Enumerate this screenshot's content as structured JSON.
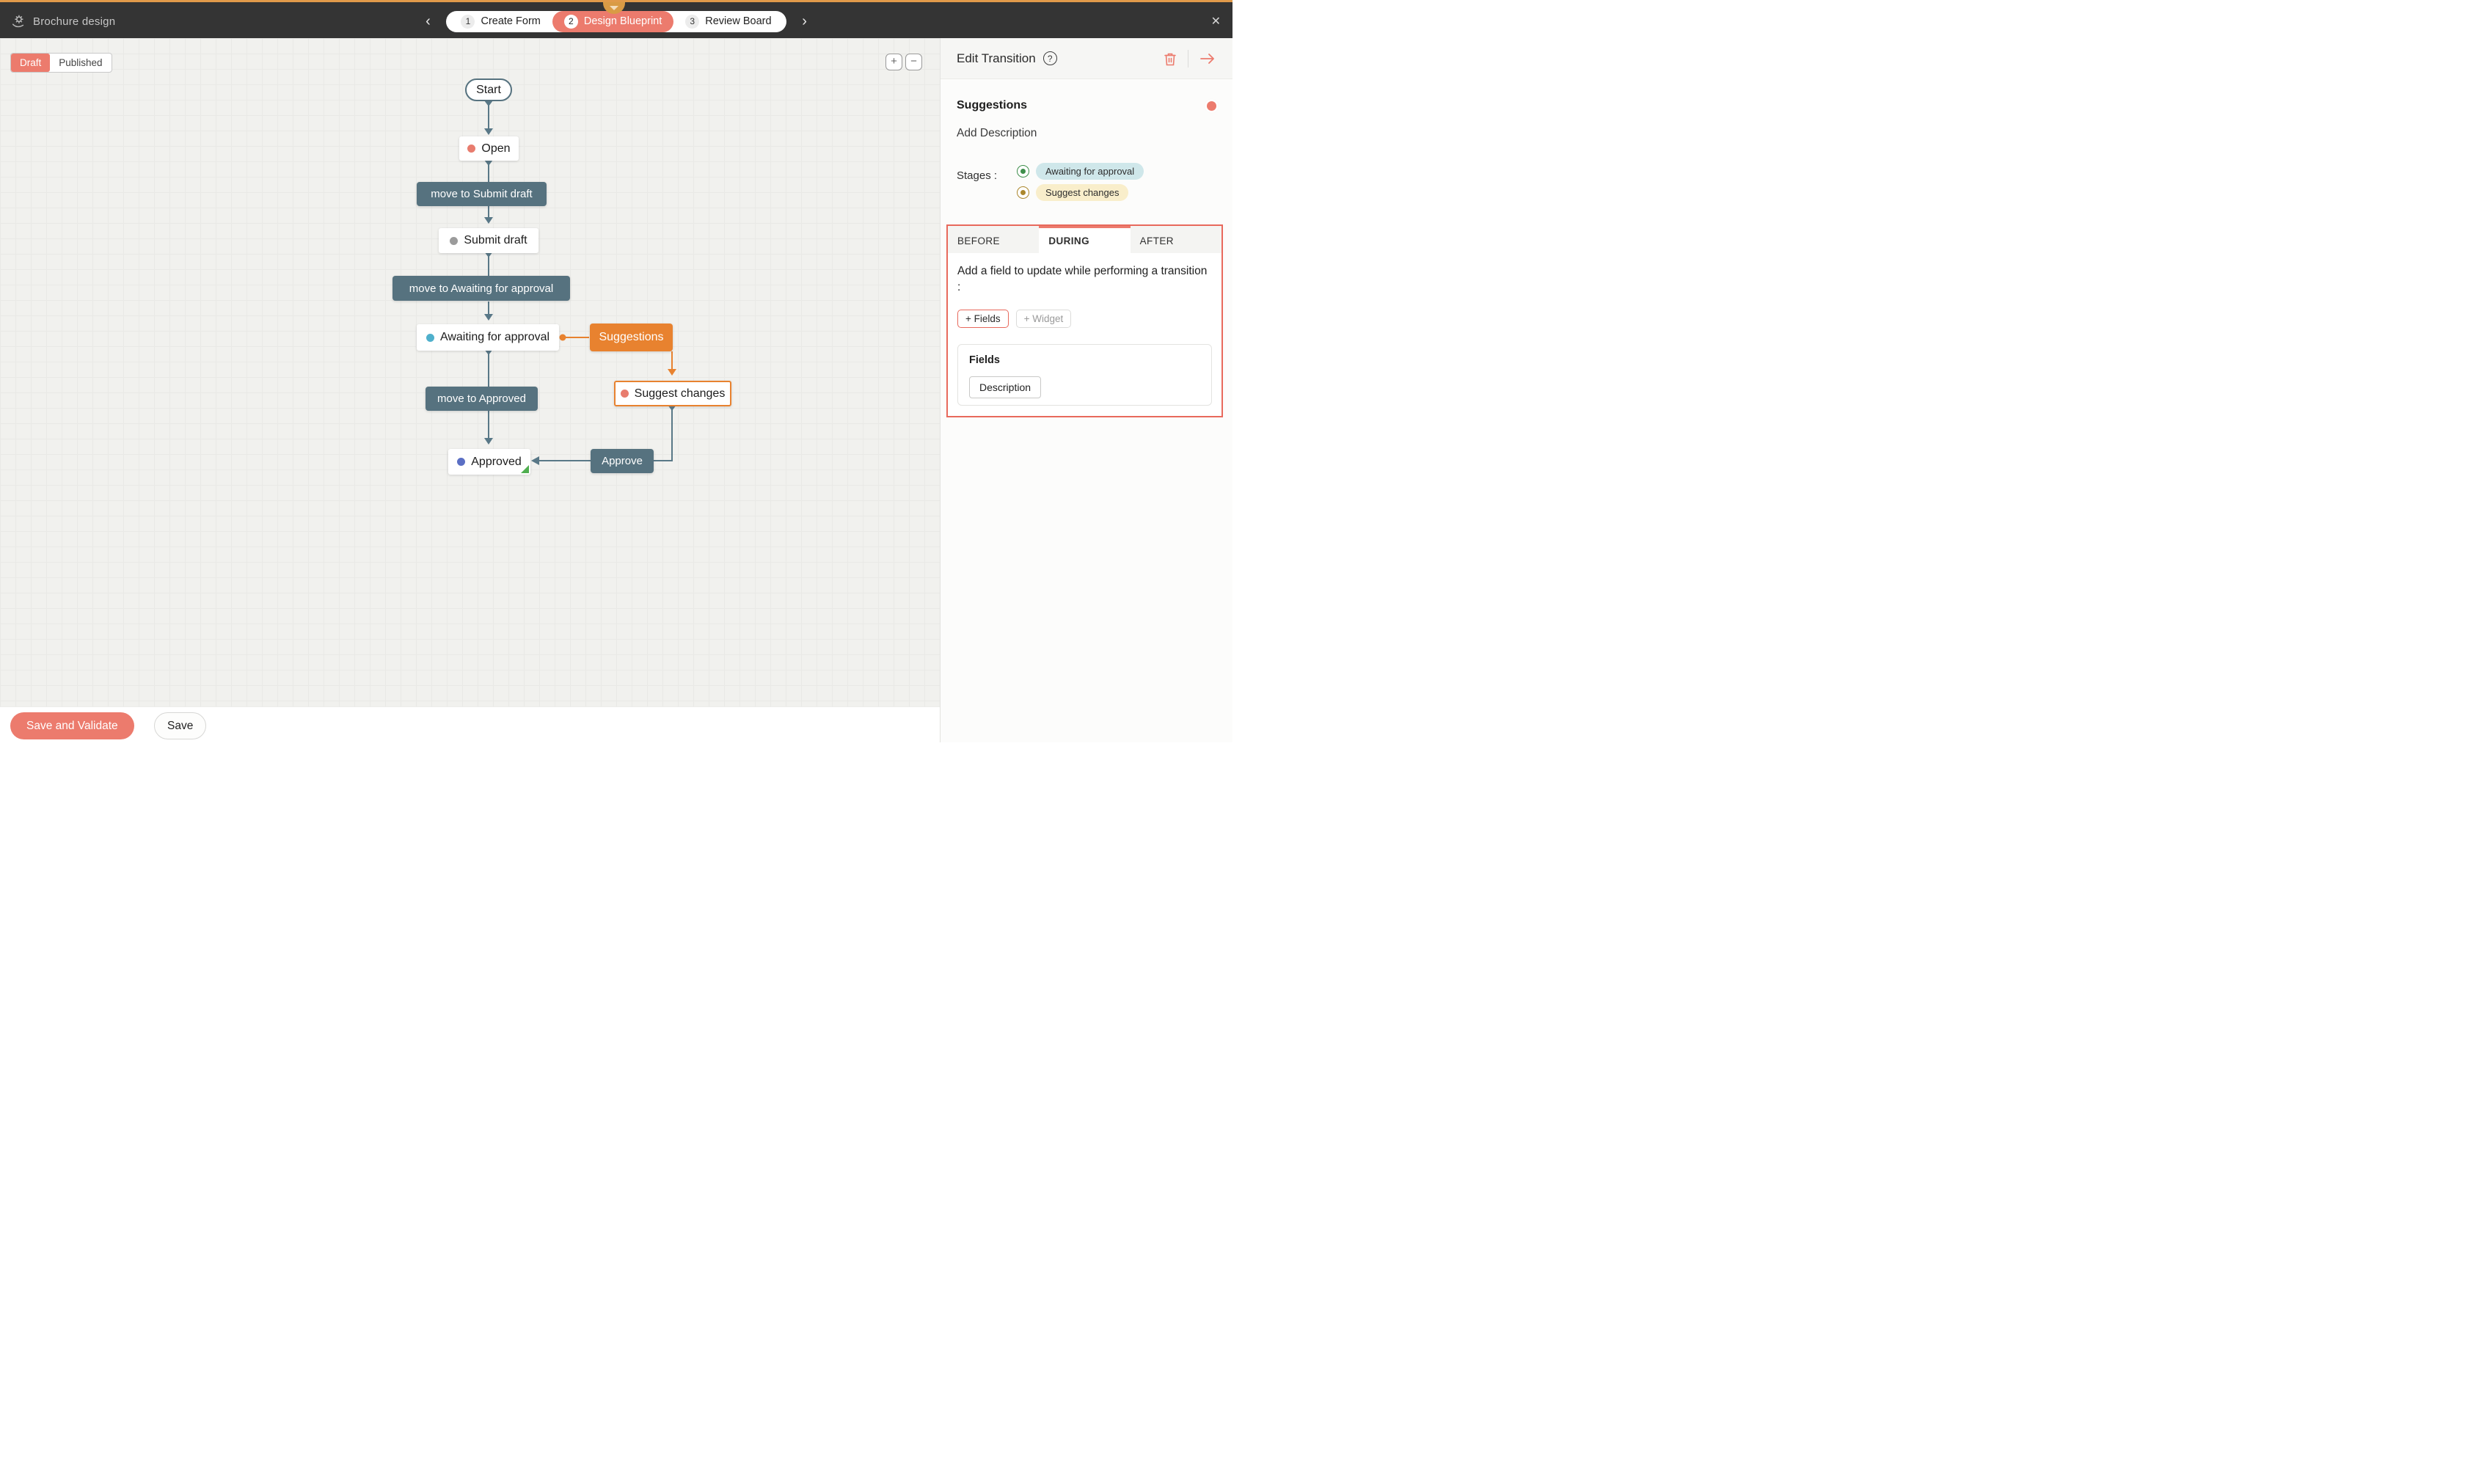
{
  "topbar": {
    "title": "Brochure design",
    "close_icon": "✕",
    "prev_icon": "‹",
    "next_icon": "›",
    "steps": [
      {
        "num": "1",
        "label": "Create Form"
      },
      {
        "num": "2",
        "label": "Design Blueprint"
      },
      {
        "num": "3",
        "label": "Review Board"
      }
    ]
  },
  "canvas": {
    "mode_draft": "Draft",
    "mode_published": "Published",
    "zoom_in": "+",
    "zoom_out": "−",
    "nodes": {
      "start": "Start",
      "open": "Open",
      "t_submit": "move to Submit draft",
      "submit": "Submit draft",
      "t_awaiting": "move to Awaiting for approval",
      "awaiting": "Awaiting for approval",
      "suggestions": "Suggestions",
      "t_approved": "move to Approved",
      "suggest_changes": "Suggest changes",
      "approve": "Approve",
      "approved": "Approved"
    }
  },
  "panel": {
    "title": "Edit Transition",
    "help_icon": "?",
    "transition_name": "Suggestions",
    "description_link": "Add Description",
    "stages_label": "Stages :",
    "stage_from": "Awaiting for approval",
    "stage_to": "Suggest changes",
    "tabs": [
      "BEFORE",
      "DURING",
      "AFTER"
    ],
    "active_tab": "DURING",
    "during_text": "Add a field to update while performing a transition :",
    "fields_button": "+ Fields",
    "widget_button": "+ Widget",
    "fields_title": "Fields",
    "field_chip": "Description"
  },
  "footer": {
    "save_validate": "Save and Validate",
    "save": "Save"
  },
  "colors": {
    "salmon": "#ec7b6d",
    "orange": "#e8822f",
    "slate": "#56727f",
    "amber": "#d99b45",
    "teal_tag": "#cfe7ea",
    "yellow_tag": "#f9eecb",
    "green_flag": "#4fae4f"
  }
}
